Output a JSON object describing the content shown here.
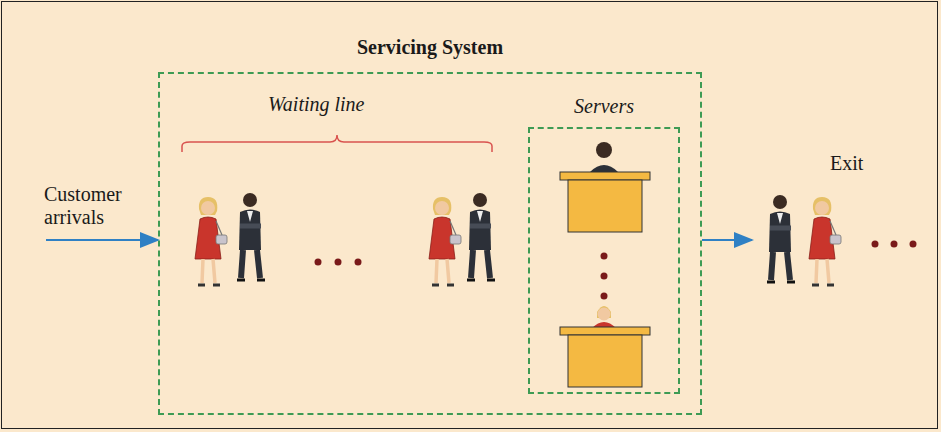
{
  "diagram": {
    "nodes": [
      {
        "text": [
          "Servicing System"
        ]
      },
      {
        "text": [
          "Servers"
        ],
        "in": 0
      }
    ],
    "labels": [
      "Waiting line",
      "Customer arrivals",
      "Exit"
    ]
  }
}
